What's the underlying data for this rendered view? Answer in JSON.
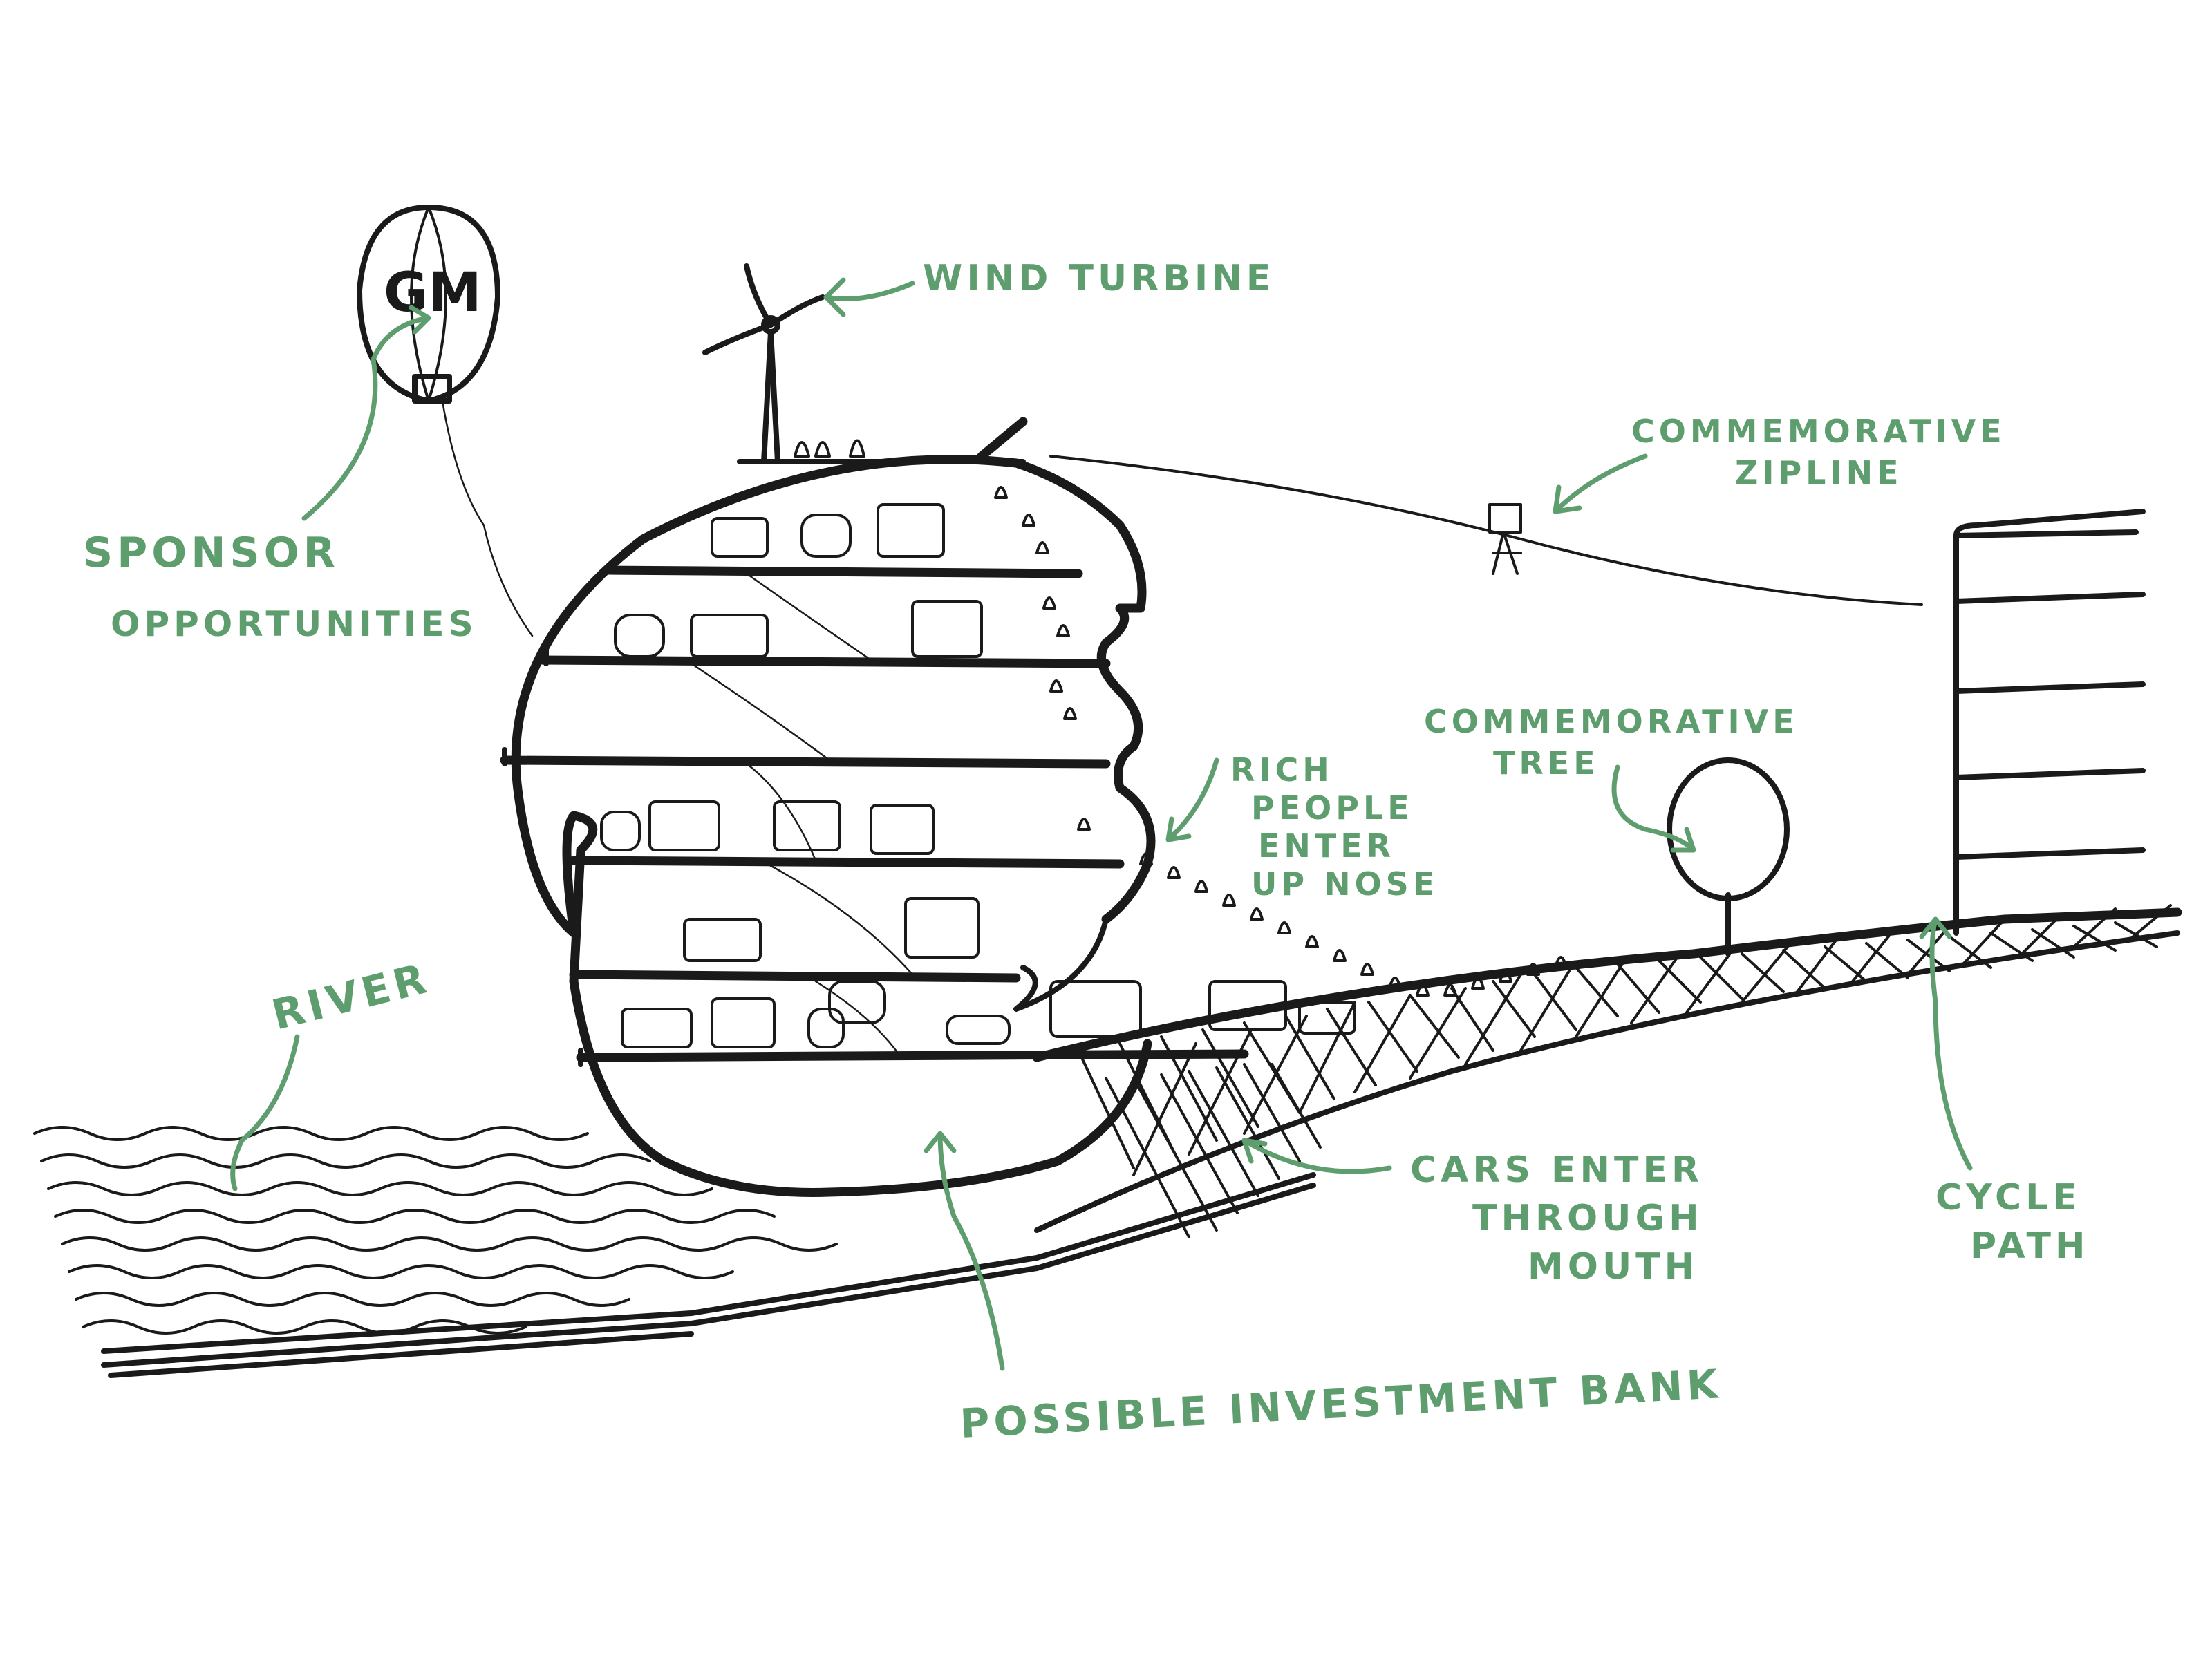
{
  "labels": {
    "wind_turbine": "WIND TURBINE",
    "commemorative_zipline_1": "COMMEMORATIVE",
    "commemorative_zipline_2": "ZIPLINE",
    "sponsor_1": "SPONSOR",
    "sponsor_2": "OPPORTUNITIES",
    "commemorative_tree_1": "COMMEMORATIVE",
    "commemorative_tree_2": "TREE",
    "rich_people_1": "RICH",
    "rich_people_2": "PEOPLE",
    "rich_people_3": "ENTER",
    "rich_people_4": "UP NOSE",
    "river": "RIVER",
    "cars_enter_1": "CARS ENTER",
    "cars_enter_2": "THROUGH",
    "cars_enter_3": "MOUTH",
    "cycle_path_1": "CYCLE",
    "cycle_path_2": "PATH",
    "investment_bank": "POSSIBLE INVESTMENT BANK"
  },
  "balloon": {
    "logo": "GM"
  },
  "colors": {
    "ink": "#1a1a1a",
    "annotation": "#5e9e6e",
    "paper": "#ffffff"
  }
}
